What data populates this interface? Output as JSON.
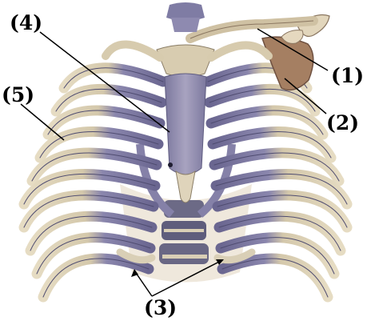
{
  "labels": [
    {
      "id": "1",
      "text": "(1)"
    },
    {
      "id": "2",
      "text": "(2)"
    },
    {
      "id": "3",
      "text": "(3)"
    },
    {
      "id": "4",
      "text": "(4)"
    },
    {
      "id": "5",
      "text": "(5)"
    }
  ],
  "colors": {
    "background": "#ffffff",
    "bone": "#d9cfb6",
    "rib_blue": "#7e7aa8",
    "rib_dark": "#5a5780",
    "sternum": "#8a86aa",
    "scapula": "#a07a60",
    "spine": "#6b6a82",
    "leader_line": "#000000",
    "label_text": "#000000"
  }
}
